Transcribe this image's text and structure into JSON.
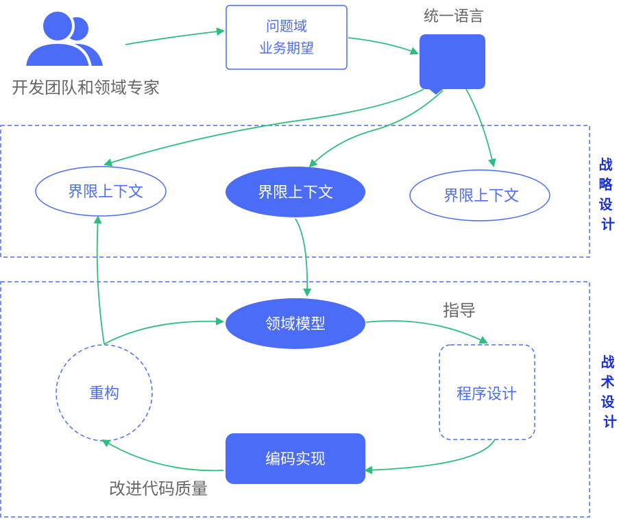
{
  "colors": {
    "primary": "#4a6cf7",
    "arrow": "#2dbd7e",
    "text_gray": "#666666",
    "text_blue": "#4a6cf7",
    "side_label": "#1a2fd8",
    "white": "#ffffff"
  },
  "icons": {
    "people": "people-icon",
    "speech": "speech-bubble-icon"
  },
  "top": {
    "team_label": "开发团队和领域专家",
    "problem_domain_line1": "问题域",
    "problem_domain_line2": "业务期望",
    "ubiquitous_language": "统一语言"
  },
  "strategic": {
    "side_label_chars": [
      "战",
      "略",
      "设",
      "计"
    ],
    "contexts": [
      "界限上下文",
      "界限上下文",
      "界限上下文"
    ]
  },
  "tactical": {
    "side_label_chars": [
      "战",
      "术",
      "设",
      "计"
    ],
    "domain_model": "领域模型",
    "guide": "指导",
    "program_design": "程序设计",
    "coding": "编码实现",
    "refactor": "重构",
    "improve_quality": "改进代码质量"
  }
}
